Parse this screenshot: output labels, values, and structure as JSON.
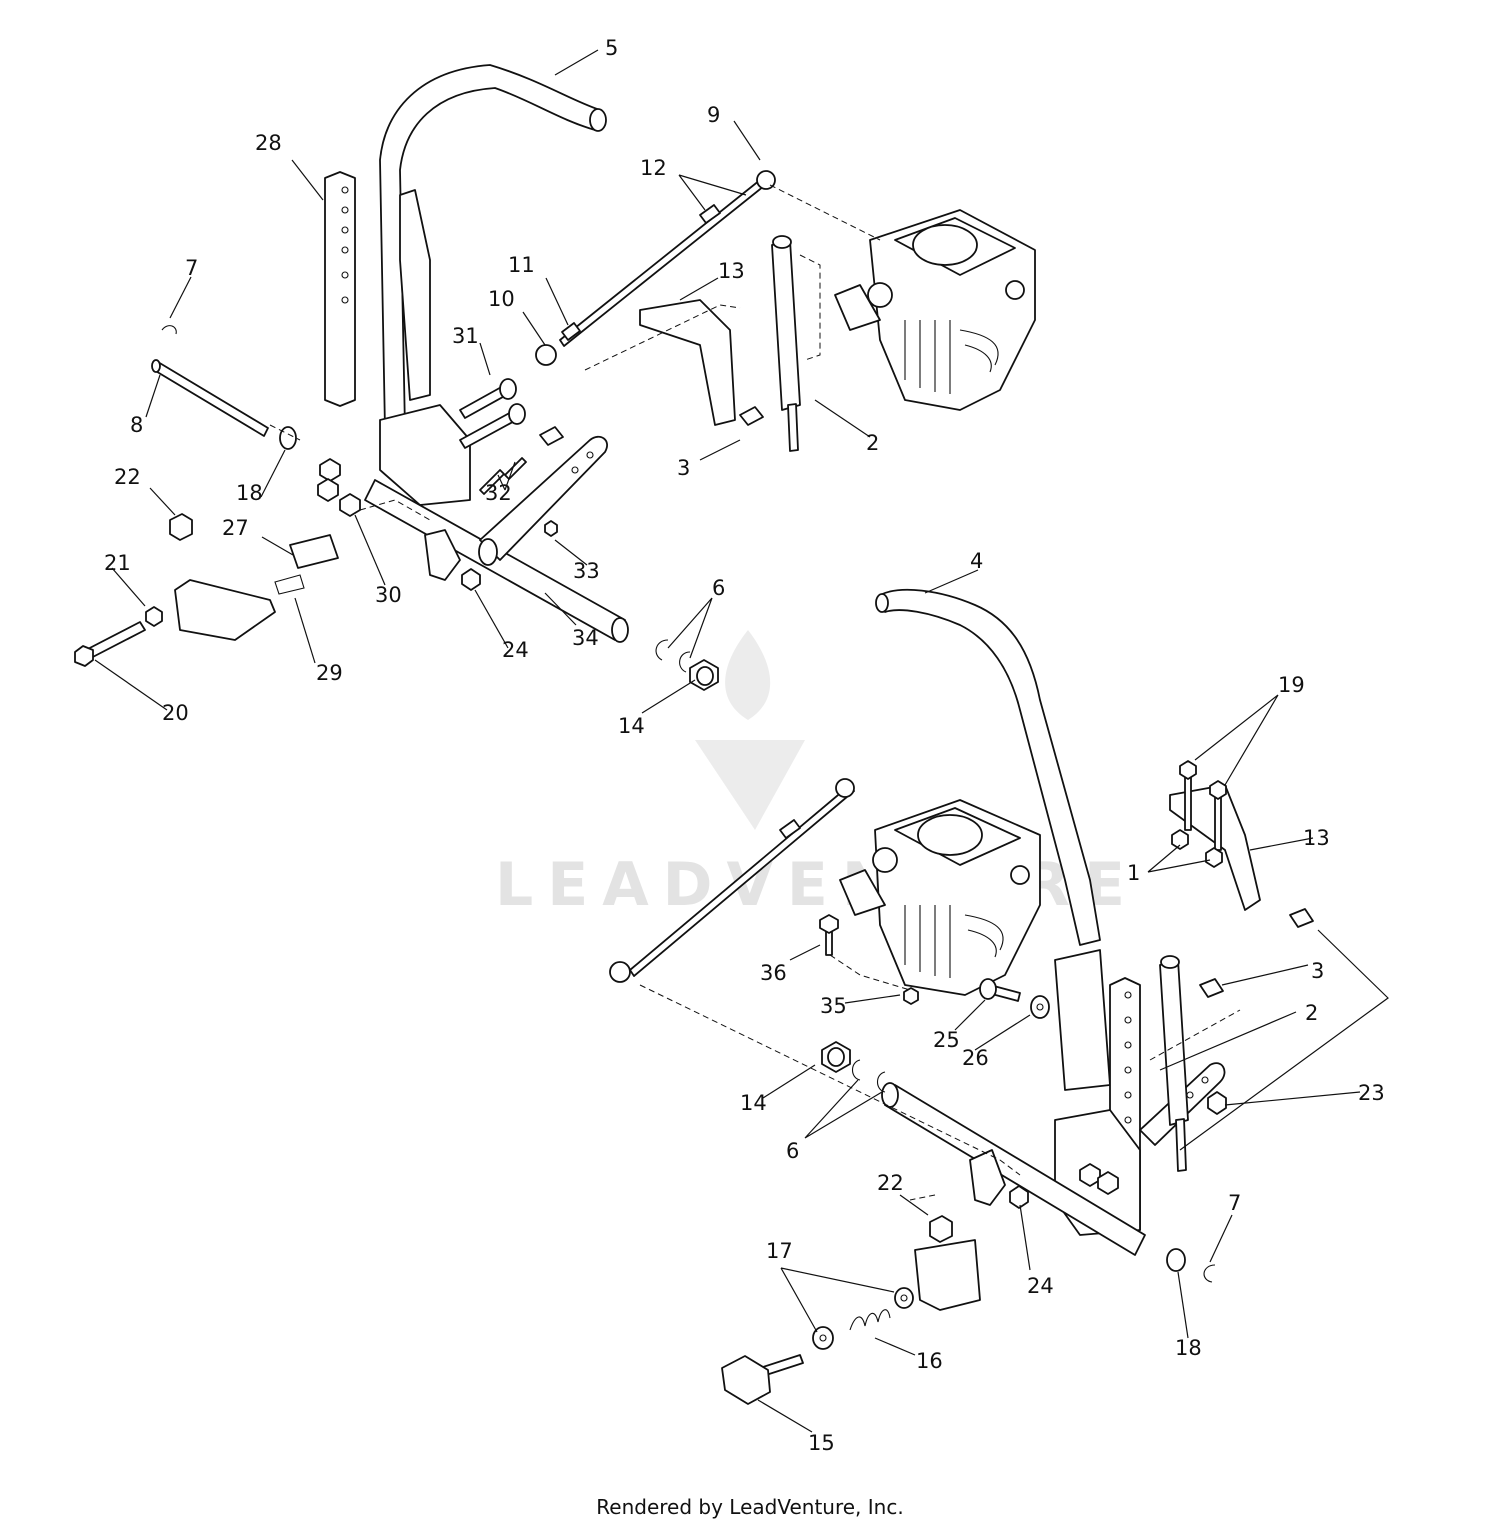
{
  "callouts": {
    "n1": "1",
    "n2": "2",
    "n3": "3",
    "n4": "4",
    "n5": "5",
    "n6": "6",
    "n7": "7",
    "n8": "8",
    "n9": "9",
    "n10": "10",
    "n11": "11",
    "n12": "12",
    "n13": "13",
    "n14": "14",
    "n15": "15",
    "n16": "16",
    "n17": "17",
    "n18": "18",
    "n19": "19",
    "n20": "20",
    "n21": "21",
    "n22": "22",
    "n23": "23",
    "n24": "24",
    "n25": "25",
    "n26": "26",
    "n27": "27",
    "n28": "28",
    "n29": "29",
    "n30": "30",
    "n31": "31",
    "n32": "32",
    "n33": "33",
    "n34": "34",
    "n35": "35",
    "n36": "36"
  },
  "watermark": "LEADVENTURE",
  "footer": "Rendered by LeadVenture, Inc."
}
